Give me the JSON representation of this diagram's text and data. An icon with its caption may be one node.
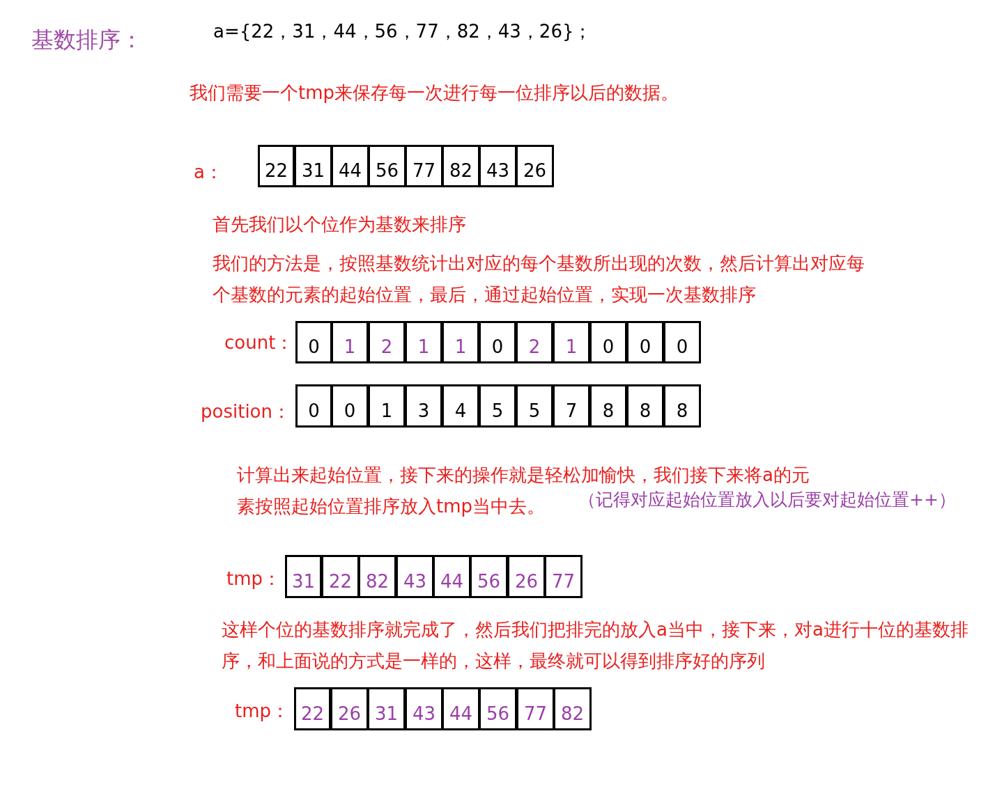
{
  "diagram": {
    "title": "基数排序：",
    "nodes": [
      {
        "text": [
          "22"
        ]
      },
      {
        "text": [
          "31"
        ]
      },
      {
        "text": [
          "44"
        ]
      },
      {
        "text": [
          "56"
        ]
      },
      {
        "text": [
          "77"
        ]
      },
      {
        "text": [
          "82"
        ]
      },
      {
        "text": [
          "43"
        ]
      },
      {
        "text": [
          "26"
        ]
      },
      {
        "text": [
          "0"
        ]
      },
      {
        "text": [
          "1"
        ]
      },
      {
        "text": [
          "2"
        ]
      },
      {
        "text": [
          "1"
        ]
      },
      {
        "text": [
          "1"
        ]
      },
      {
        "text": [
          "0"
        ]
      },
      {
        "text": [
          "2"
        ]
      },
      {
        "text": [
          "1"
        ]
      },
      {
        "text": [
          "0"
        ]
      },
      {
        "text": [
          "0"
        ]
      },
      {
        "text": [
          "0"
        ]
      },
      {
        "text": [
          "0"
        ]
      },
      {
        "text": [
          "0"
        ]
      },
      {
        "text": [
          "1"
        ]
      },
      {
        "text": [
          "3"
        ]
      },
      {
        "text": [
          "4"
        ]
      },
      {
        "text": [
          "5"
        ]
      },
      {
        "text": [
          "5"
        ]
      },
      {
        "text": [
          "7"
        ]
      },
      {
        "text": [
          "8"
        ]
      },
      {
        "text": [
          "8"
        ]
      },
      {
        "text": [
          "8"
        ]
      },
      {
        "text": [
          "31"
        ]
      },
      {
        "text": [
          "22"
        ]
      },
      {
        "text": [
          "82"
        ]
      },
      {
        "text": [
          "43"
        ]
      },
      {
        "text": [
          "44"
        ]
      },
      {
        "text": [
          "56"
        ]
      },
      {
        "text": [
          "26"
        ]
      },
      {
        "text": [
          "77"
        ]
      },
      {
        "text": [
          "22"
        ]
      },
      {
        "text": [
          "26"
        ]
      },
      {
        "text": [
          "31"
        ]
      },
      {
        "text": [
          "43"
        ]
      },
      {
        "text": [
          "44"
        ]
      },
      {
        "text": [
          "56"
        ]
      },
      {
        "text": [
          "77"
        ]
      },
      {
        "text": [
          "82"
        ]
      }
    ],
    "labels": [
      "a={22，31，44，56，77，82，43，26}；",
      "我们需要一个tmp来保存每一次进行每一位排序以后的数据。",
      "a：",
      "首先我们以个位作为基数来排序",
      "我们的方法是，按照基数统计出对应的每个基数所出现的次数，然后计算出对应每个基数的元素的起始位置，最后，通过起始位置，实现一次基数排序",
      "count：",
      "position：",
      "计算出来起始位置，接下来的操作就是轻松加愉快，我们接下来将a的元素按照起始位置排序放入tmp当中去。",
      "（记得对应起始位置放入以后要对起始位置++）",
      "tmp：",
      "这样个位的基数排序就完成了，然后我们把排完的放入a当中，接下来，对a进行十位的基数排序，和上面说的方式是一样的，这样，最终就可以得到排序好的序列",
      "tmp："
    ]
  }
}
